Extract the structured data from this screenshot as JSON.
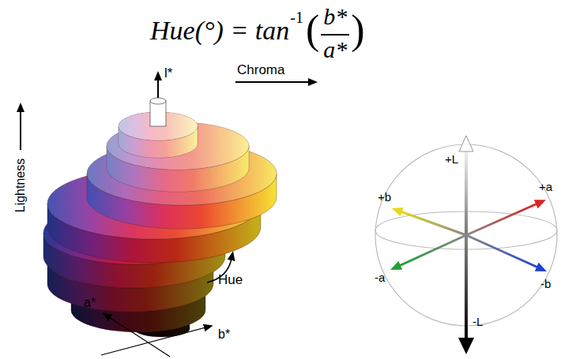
{
  "diagram": {
    "labels": [
      "Hue(°) = tan",
      "-1",
      "(",
      "b*",
      "a*",
      ")",
      "Lightness",
      "l*",
      "Chroma",
      "Hue",
      "a*",
      "b*",
      "+L",
      "+b",
      "+a",
      "-a",
      "-b",
      "-L"
    ]
  }
}
